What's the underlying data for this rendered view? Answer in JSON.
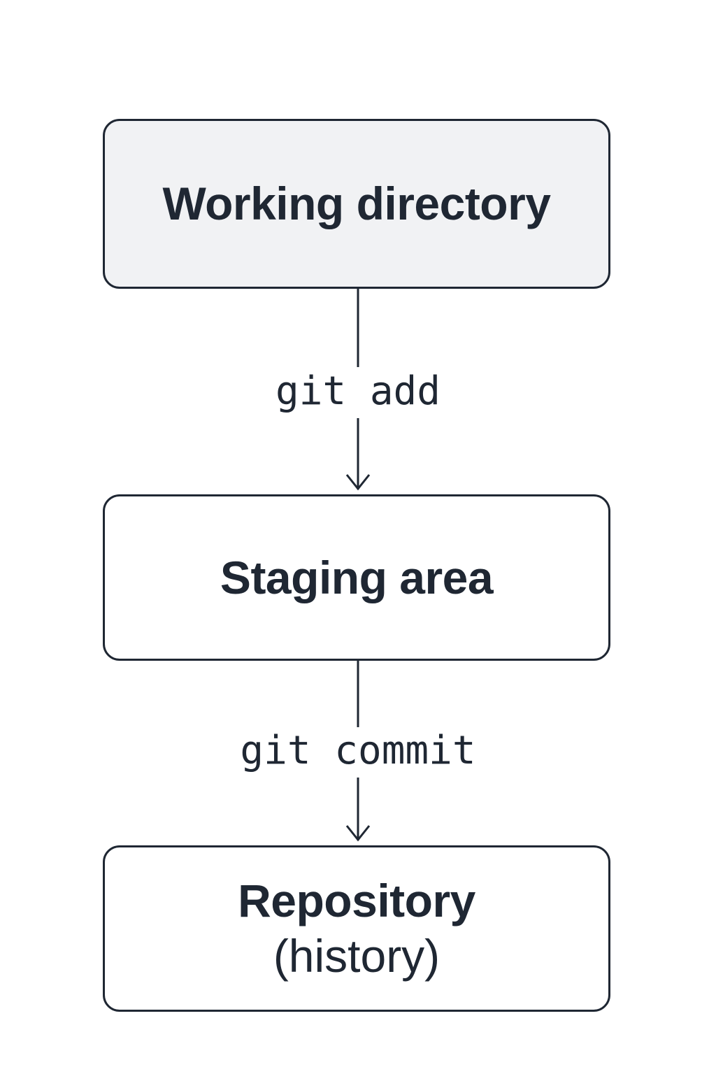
{
  "diagram": {
    "nodes": [
      {
        "id": "working",
        "title": "Working directory",
        "subtitle": ""
      },
      {
        "id": "staging",
        "title": "Staging area",
        "subtitle": ""
      },
      {
        "id": "repository",
        "title": "Repository",
        "subtitle": "(history)"
      }
    ],
    "edges": [
      {
        "from": "working",
        "to": "staging",
        "label": "git add"
      },
      {
        "from": "staging",
        "to": "repository",
        "label": "git commit"
      }
    ],
    "colors": {
      "stroke": "#1f2733",
      "highlight_fill": "#f1f2f4",
      "background": "#ffffff"
    }
  }
}
